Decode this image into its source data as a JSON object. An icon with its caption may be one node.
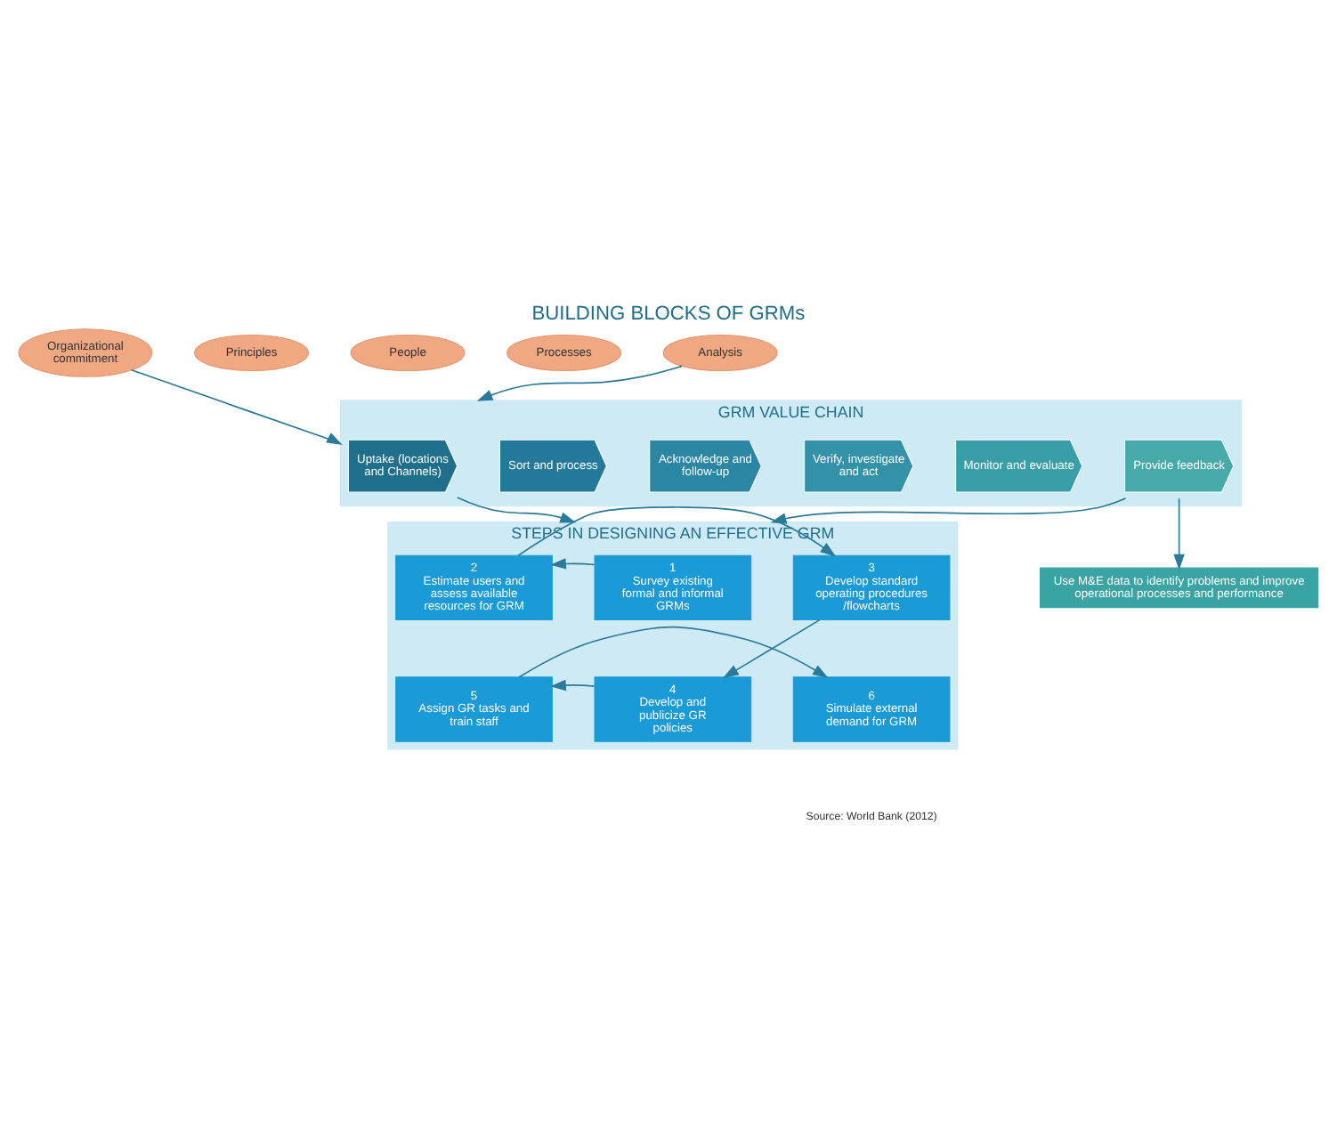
{
  "diagram": {
    "title": "BUILDING BLOCKS OF GRMs",
    "caption": "Source: World Bank (2012)",
    "nodes": [
      {
        "text": [
          "Organizational commitment"
        ]
      },
      {
        "text": [
          "Principles"
        ]
      },
      {
        "text": [
          "People"
        ]
      },
      {
        "text": [
          "Processes"
        ]
      },
      {
        "text": [
          "Analysis"
        ]
      },
      {
        "text": [
          "GRM VALUE CHAIN"
        ]
      },
      {
        "text": [
          "Uptake (locations and Channels)"
        ],
        "in": 5
      },
      {
        "text": [
          "Sort and process"
        ],
        "in": 5
      },
      {
        "text": [
          "Acknowledge and follow-up"
        ],
        "in": 5
      },
      {
        "text": [
          "Verify, investigate and act"
        ],
        "in": 5
      },
      {
        "text": [
          "Monitor and evaluate"
        ],
        "in": 5
      },
      {
        "text": [
          "Provide feedback"
        ],
        "in": 5
      },
      {
        "text": [
          "Use M&E data to identify problems and improve operational processes and performance"
        ]
      },
      {
        "text": [
          "STEPS IN DESIGNING AN EFFECTIVE GRM"
        ]
      },
      {
        "text": [
          "1",
          "Survey existing formal and informal GRMs"
        ],
        "in": 13
      },
      {
        "text": [
          "2",
          "Estimate users and assess available resources for GRM"
        ],
        "in": 13
      },
      {
        "text": [
          "3",
          "Develop standard operating procedures/flowcharts"
        ],
        "in": 13
      },
      {
        "text": [
          "4",
          "Develop and publicize GR policies"
        ],
        "in": 13
      },
      {
        "text": [
          "5",
          "Assign GR tasks and train staff"
        ],
        "in": 13
      },
      {
        "text": [
          "6",
          "Simulate external demand for GRM"
        ],
        "in": 13
      }
    ],
    "edges": [
      {
        "from": 0,
        "to": 5,
        "arrow": "to"
      },
      {
        "from": 4,
        "to": 5,
        "arrow": "to"
      },
      {
        "from": 11,
        "to": 12,
        "arrow": "to"
      },
      {
        "from": 6,
        "to": 13,
        "arrow": "to"
      },
      {
        "from": 11,
        "to": 13,
        "arrow": "to"
      },
      {
        "from": 14,
        "to": 15,
        "arrow": "to"
      },
      {
        "from": 15,
        "to": 16,
        "arrow": "to"
      },
      {
        "from": 16,
        "to": 17,
        "arrow": "to"
      },
      {
        "from": 17,
        "to": 18,
        "arrow": "to"
      },
      {
        "from": 18,
        "to": 19,
        "arrow": "to"
      }
    ]
  }
}
